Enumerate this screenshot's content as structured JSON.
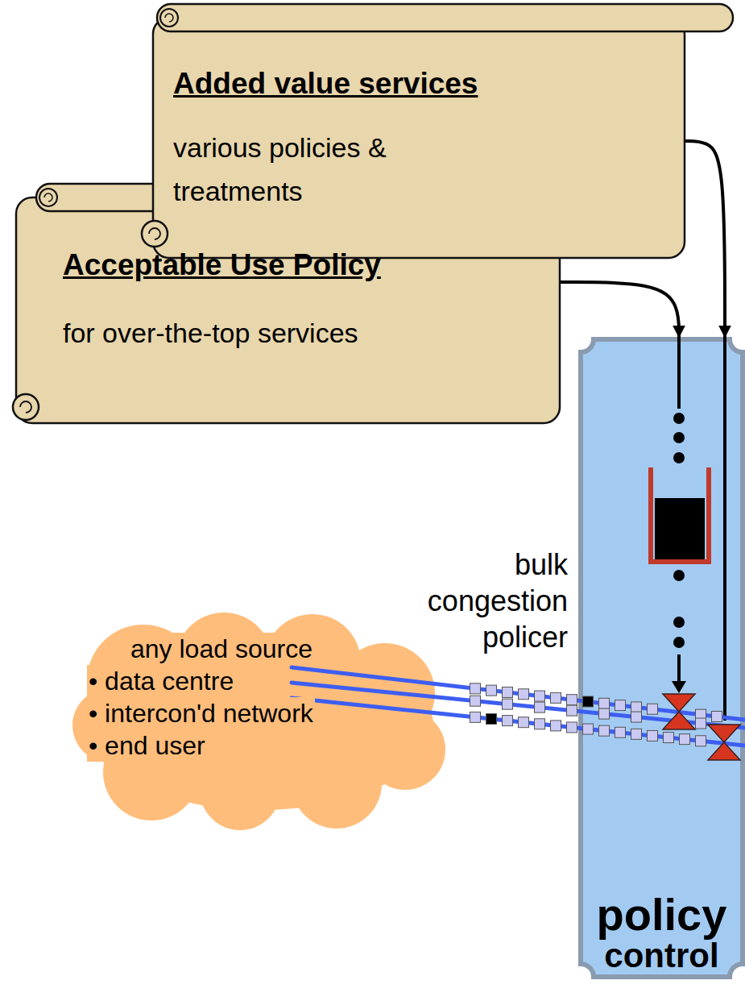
{
  "diagram": {
    "nodes": [
      {
        "text": [
          "Added value services",
          "various policies & treatments"
        ]
      },
      {
        "text": [
          "Acceptable Use Policy",
          "for over-the-top services"
        ]
      },
      {
        "text": [
          "policy",
          "control"
        ]
      },
      {
        "text": [
          "any load source",
          "• data centre",
          "• intercon'd network",
          "• end user"
        ]
      }
    ],
    "edges": [
      {
        "from": 0,
        "to": 2,
        "arrow": "to"
      },
      {
        "from": 1,
        "to": 2,
        "arrow": "to"
      }
    ],
    "labels": [
      "bulk congestion policer"
    ]
  }
}
